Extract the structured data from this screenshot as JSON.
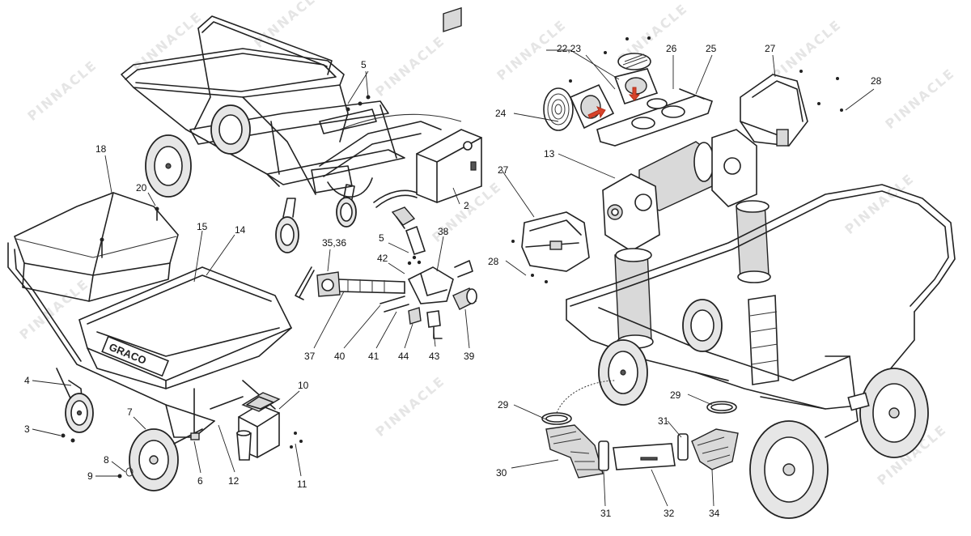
{
  "diagram": {
    "brand_text": "GRACO",
    "watermark_text": "PINNACLE",
    "colors": {
      "line": "#222222",
      "callout_arrow": "#d8432a",
      "watermark": "#cfcfcf"
    },
    "labels": [
      {
        "id": "l5a",
        "text": "5"
      },
      {
        "id": "l18",
        "text": "18"
      },
      {
        "id": "l20",
        "text": "20"
      },
      {
        "id": "l15",
        "text": "15"
      },
      {
        "id": "l14",
        "text": "14"
      },
      {
        "id": "l2",
        "text": "2"
      },
      {
        "id": "l3536",
        "text": "35,36"
      },
      {
        "id": "l5b",
        "text": "5"
      },
      {
        "id": "l38",
        "text": "38"
      },
      {
        "id": "l42",
        "text": "42"
      },
      {
        "id": "l37",
        "text": "37"
      },
      {
        "id": "l40",
        "text": "40"
      },
      {
        "id": "l41",
        "text": "41"
      },
      {
        "id": "l44",
        "text": "44"
      },
      {
        "id": "l43",
        "text": "43"
      },
      {
        "id": "l39",
        "text": "39"
      },
      {
        "id": "l4",
        "text": "4"
      },
      {
        "id": "l3",
        "text": "3"
      },
      {
        "id": "l7",
        "text": "7"
      },
      {
        "id": "l8",
        "text": "8"
      },
      {
        "id": "l9",
        "text": "9"
      },
      {
        "id": "l6",
        "text": "6"
      },
      {
        "id": "l12",
        "text": "12"
      },
      {
        "id": "l10",
        "text": "10"
      },
      {
        "id": "l11",
        "text": "11"
      },
      {
        "id": "l2223",
        "text": "22,23"
      },
      {
        "id": "l26",
        "text": "26"
      },
      {
        "id": "l25",
        "text": "25"
      },
      {
        "id": "l27a",
        "text": "27"
      },
      {
        "id": "l28a",
        "text": "28"
      },
      {
        "id": "l24",
        "text": "24"
      },
      {
        "id": "l13",
        "text": "13"
      },
      {
        "id": "l27b",
        "text": "27"
      },
      {
        "id": "l28b",
        "text": "28"
      },
      {
        "id": "l29a",
        "text": "29"
      },
      {
        "id": "l29b",
        "text": "29"
      },
      {
        "id": "l31a",
        "text": "31"
      },
      {
        "id": "l30",
        "text": "30"
      },
      {
        "id": "l31b",
        "text": "31"
      },
      {
        "id": "l32",
        "text": "32"
      },
      {
        "id": "l34",
        "text": "34"
      }
    ]
  }
}
